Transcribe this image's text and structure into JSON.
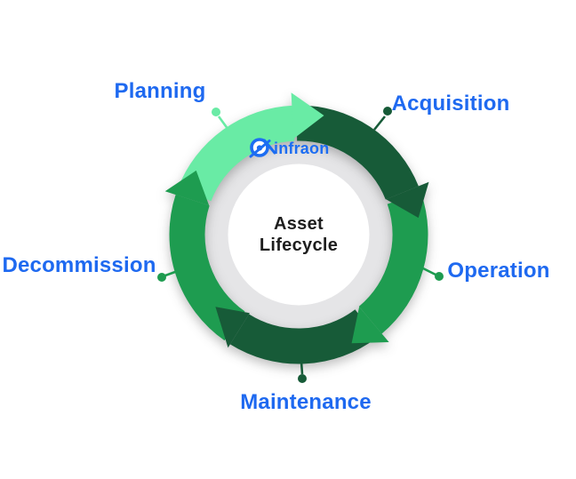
{
  "diagram": {
    "center": {
      "line1": "Asset",
      "line2": "Lifecycle"
    },
    "brand": "infraon",
    "stages": {
      "planning": "Planning",
      "acquisition": "Acquisition",
      "operation": "Operation",
      "maintenance": "Maintenance",
      "decommission": "Decommission"
    },
    "colors": {
      "mint": "#69EBA5",
      "dark_green": "#175B38",
      "green": "#1E9C50",
      "ring_gray": "#E5E5E7",
      "label_blue": "#1E69F0",
      "logo_blue": "#1C6DF2",
      "title_black": "#1E1E1E"
    }
  }
}
